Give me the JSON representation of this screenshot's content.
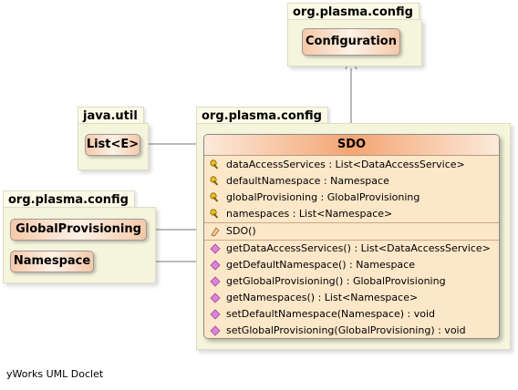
{
  "packages": {
    "config_top": {
      "name": "org.plasma.config",
      "classes": [
        "Configuration"
      ]
    },
    "java_util": {
      "name": "java.util",
      "classes": [
        "List<E>"
      ]
    },
    "config_main": {
      "name": "org.plasma.config"
    },
    "config_left": {
      "name": "org.plasma.config",
      "classes": [
        "GlobalProvisioning",
        "Namespace"
      ]
    }
  },
  "sdo_class": {
    "name": "SDO",
    "attributes": [
      "dataAccessServices : List<DataAccessService>",
      "defaultNamespace : Namespace",
      "globalProvisioning : GlobalProvisioning",
      "namespaces : List<Namespace>"
    ],
    "constructors": [
      "SDO()"
    ],
    "methods": [
      "getDataAccessServices() : List<DataAccessService>",
      "getDefaultNamespace() : Namespace",
      "getGlobalProvisioning() : GlobalProvisioning",
      "getNamespaces() : List<Namespace>",
      "setDefaultNamespace(Namespace) : void",
      "setGlobalProvisioning(GlobalProvisioning) : void"
    ]
  },
  "footer": "yWorks UML Doclet",
  "colors": {
    "package_fill": "#f5f5dc",
    "class_fill": "#fde7c9",
    "class_header_accent": "#f4a572"
  },
  "icons": {
    "attribute": "key-icon",
    "constructor": "constructor-icon",
    "method": "method-icon"
  }
}
